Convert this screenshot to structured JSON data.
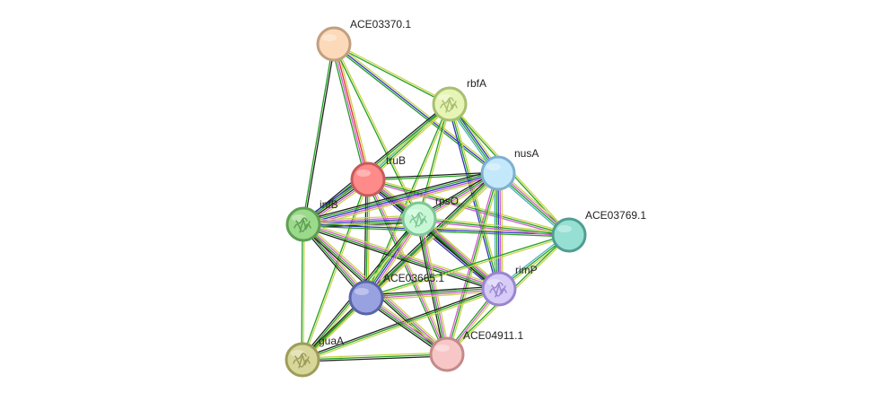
{
  "nodes": [
    {
      "id": "ACE03370.1",
      "label": "ACE03370.1",
      "fill": "#fcd9b8",
      "stroke": "#c0a080",
      "structure": false
    },
    {
      "id": "rbfA",
      "label": "rbfA",
      "fill": "#e6f5b5",
      "stroke": "#a8bf70",
      "structure": true
    },
    {
      "id": "truB",
      "label": "truB",
      "fill": "#ff8a8a",
      "stroke": "#c65c5c",
      "structure": false
    },
    {
      "id": "nusA",
      "label": "nusA",
      "fill": "#c4e8fb",
      "stroke": "#7fb0d0",
      "structure": false
    },
    {
      "id": "infB",
      "label": "infB",
      "fill": "#9bd98b",
      "stroke": "#5e9f52",
      "structure": true
    },
    {
      "id": "rpsO",
      "label": "rpsO",
      "fill": "#c8f7d6",
      "stroke": "#7fc696",
      "structure": true
    },
    {
      "id": "ACE03769.1",
      "label": "ACE03769.1",
      "fill": "#96e0d3",
      "stroke": "#4f9e91",
      "structure": false
    },
    {
      "id": "rimP",
      "label": "rimP",
      "fill": "#d6ccf7",
      "stroke": "#9a85d0",
      "structure": true
    },
    {
      "id": "ACE03665.1",
      "label": "ACE03665.1",
      "fill": "#99a2e0",
      "stroke": "#5a64a8",
      "structure": false
    },
    {
      "id": "guaA",
      "label": "guaA",
      "fill": "#d8d79a",
      "stroke": "#9e9c5a",
      "structure": true
    },
    {
      "id": "ACE04911.1",
      "label": "ACE04911.1",
      "fill": "#f7c6c6",
      "stroke": "#c48a8a",
      "structure": false
    }
  ],
  "evidence_colors": {
    "textmining": "#c8d44c",
    "coexpression": "#222222",
    "experiments": "#d05dd0",
    "databases": "#4ab0c0",
    "neighborhood": "#22a022",
    "fusion": "#e53030",
    "cooccurrence": "#3030c0",
    "homology": "#b0b0ff"
  },
  "edges": [
    {
      "source": "ACE03370.1",
      "target": "rbfA",
      "evidence": [
        "textmining",
        "neighborhood"
      ]
    },
    {
      "source": "ACE03370.1",
      "target": "truB",
      "evidence": [
        "textmining",
        "fusion",
        "experiments",
        "neighborhood"
      ]
    },
    {
      "source": "ACE03370.1",
      "target": "nusA",
      "evidence": [
        "textmining",
        "cooccurrence",
        "neighborhood"
      ]
    },
    {
      "source": "ACE03370.1",
      "target": "infB",
      "evidence": [
        "coexpression",
        "neighborhood"
      ]
    },
    {
      "source": "ACE03370.1",
      "target": "rpsO",
      "evidence": [
        "textmining",
        "neighborhood"
      ]
    },
    {
      "source": "rbfA",
      "target": "truB",
      "evidence": [
        "textmining",
        "neighborhood",
        "databases"
      ]
    },
    {
      "source": "rbfA",
      "target": "nusA",
      "evidence": [
        "textmining",
        "cooccurrence",
        "neighborhood",
        "databases"
      ]
    },
    {
      "source": "rbfA",
      "target": "infB",
      "evidence": [
        "textmining",
        "neighborhood",
        "coexpression"
      ]
    },
    {
      "source": "rbfA",
      "target": "rpsO",
      "evidence": [
        "textmining",
        "neighborhood"
      ]
    },
    {
      "source": "rbfA",
      "target": "ACE03769.1",
      "evidence": [
        "textmining",
        "neighborhood"
      ]
    },
    {
      "source": "rbfA",
      "target": "rimP",
      "evidence": [
        "textmining",
        "neighborhood",
        "cooccurrence"
      ]
    },
    {
      "source": "rbfA",
      "target": "ACE03665.1",
      "evidence": [
        "textmining",
        "neighborhood"
      ]
    },
    {
      "source": "truB",
      "target": "nusA",
      "evidence": [
        "coexpression",
        "neighborhood"
      ]
    },
    {
      "source": "truB",
      "target": "infB",
      "evidence": [
        "textmining",
        "experiments",
        "coexpression",
        "neighborhood",
        "cooccurrence"
      ]
    },
    {
      "source": "truB",
      "target": "rpsO",
      "evidence": [
        "textmining",
        "experiments",
        "neighborhood",
        "coexpression"
      ]
    },
    {
      "source": "truB",
      "target": "ACE03769.1",
      "evidence": [
        "textmining",
        "neighborhood",
        "experiments"
      ]
    },
    {
      "source": "truB",
      "target": "rimP",
      "evidence": [
        "textmining",
        "experiments",
        "neighborhood",
        "coexpression",
        "cooccurrence"
      ]
    },
    {
      "source": "truB",
      "target": "ACE03665.1",
      "evidence": [
        "textmining",
        "neighborhood",
        "coexpression"
      ]
    },
    {
      "source": "truB",
      "target": "guaA",
      "evidence": [
        "textmining",
        "neighborhood"
      ]
    },
    {
      "source": "truB",
      "target": "ACE04911.1",
      "evidence": [
        "textmining",
        "experiments",
        "neighborhood"
      ]
    },
    {
      "source": "nusA",
      "target": "infB",
      "evidence": [
        "textmining",
        "experiments",
        "cooccurrence",
        "neighborhood",
        "coexpression"
      ]
    },
    {
      "source": "nusA",
      "target": "rpsO",
      "evidence": [
        "textmining",
        "experiments",
        "neighborhood",
        "coexpression"
      ]
    },
    {
      "source": "nusA",
      "target": "ACE03769.1",
      "evidence": [
        "textmining",
        "experiments",
        "neighborhood",
        "databases"
      ]
    },
    {
      "source": "nusA",
      "target": "rimP",
      "evidence": [
        "textmining",
        "experiments",
        "cooccurrence",
        "neighborhood",
        "databases"
      ]
    },
    {
      "source": "nusA",
      "target": "ACE03665.1",
      "evidence": [
        "textmining",
        "cooccurrence",
        "neighborhood",
        "coexpression"
      ]
    },
    {
      "source": "nusA",
      "target": "ACE04911.1",
      "evidence": [
        "textmining",
        "neighborhood",
        "experiments"
      ]
    },
    {
      "source": "nusA",
      "target": "guaA",
      "evidence": [
        "textmining",
        "neighborhood"
      ]
    },
    {
      "source": "infB",
      "target": "rpsO",
      "evidence": [
        "textmining",
        "experiments",
        "cooccurrence",
        "neighborhood",
        "coexpression"
      ]
    },
    {
      "source": "infB",
      "target": "ACE03769.1",
      "evidence": [
        "textmining",
        "cooccurrence",
        "neighborhood"
      ]
    },
    {
      "source": "infB",
      "target": "rimP",
      "evidence": [
        "textmining",
        "experiments",
        "neighborhood",
        "coexpression"
      ]
    },
    {
      "source": "infB",
      "target": "ACE03665.1",
      "evidence": [
        "textmining",
        "experiments",
        "neighborhood",
        "coexpression"
      ]
    },
    {
      "source": "infB",
      "target": "guaA",
      "evidence": [
        "textmining",
        "neighborhood"
      ]
    },
    {
      "source": "infB",
      "target": "ACE04911.1",
      "evidence": [
        "textmining",
        "experiments",
        "neighborhood",
        "coexpression"
      ]
    },
    {
      "source": "rpsO",
      "target": "ACE03769.1",
      "evidence": [
        "textmining",
        "neighborhood",
        "experiments"
      ]
    },
    {
      "source": "rpsO",
      "target": "rimP",
      "evidence": [
        "textmining",
        "experiments",
        "neighborhood",
        "coexpression"
      ]
    },
    {
      "source": "rpsO",
      "target": "ACE03665.1",
      "evidence": [
        "textmining",
        "experiments",
        "cooccurrence",
        "neighborhood"
      ]
    },
    {
      "source": "rpsO",
      "target": "guaA",
      "evidence": [
        "textmining",
        "neighborhood",
        "coexpression"
      ]
    },
    {
      "source": "rpsO",
      "target": "ACE04911.1",
      "evidence": [
        "textmining",
        "experiments",
        "neighborhood",
        "coexpression"
      ]
    },
    {
      "source": "ACE03769.1",
      "target": "rimP",
      "evidence": [
        "textmining",
        "neighborhood",
        "databases"
      ]
    },
    {
      "source": "ACE03769.1",
      "target": "ACE03665.1",
      "evidence": [
        "textmining",
        "neighborhood"
      ]
    },
    {
      "source": "ACE03769.1",
      "target": "ACE04911.1",
      "evidence": [
        "textmining",
        "neighborhood"
      ]
    },
    {
      "source": "rimP",
      "target": "ACE03665.1",
      "evidence": [
        "textmining",
        "experiments",
        "neighborhood",
        "coexpression"
      ]
    },
    {
      "source": "rimP",
      "target": "ACE04911.1",
      "evidence": [
        "textmining",
        "experiments",
        "neighborhood"
      ]
    },
    {
      "source": "rimP",
      "target": "guaA",
      "evidence": [
        "textmining",
        "neighborhood",
        "coexpression"
      ]
    },
    {
      "source": "ACE03665.1",
      "target": "guaA",
      "evidence": [
        "textmining",
        "neighborhood",
        "coexpression"
      ]
    },
    {
      "source": "ACE03665.1",
      "target": "ACE04911.1",
      "evidence": [
        "textmining",
        "experiments",
        "neighborhood",
        "coexpression"
      ]
    },
    {
      "source": "guaA",
      "target": "ACE04911.1",
      "evidence": [
        "textmining",
        "neighborhood",
        "coexpression"
      ]
    }
  ]
}
